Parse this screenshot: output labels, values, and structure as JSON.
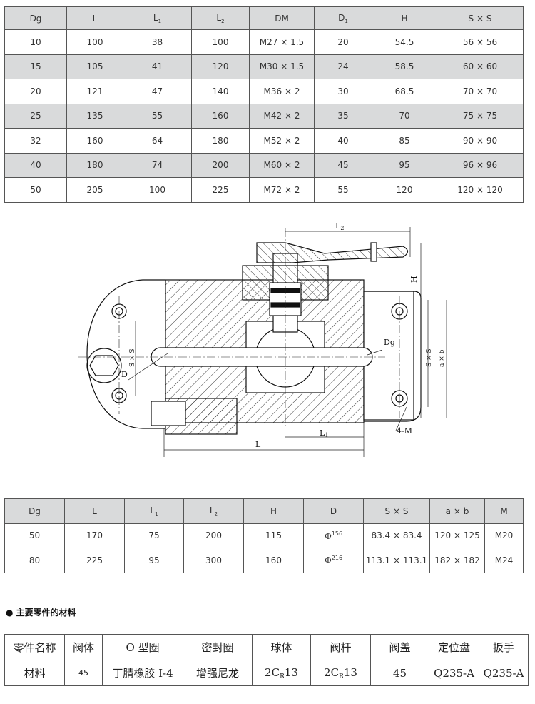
{
  "table1": {
    "headers": [
      "Dg",
      "L",
      "L",
      "1",
      "L",
      "2",
      "DM",
      "D",
      "1",
      "H",
      "S × S"
    ],
    "rows": [
      [
        "10",
        "100",
        "38",
        "100",
        "M27 × 1.5",
        "20",
        "54.5",
        "56 × 56"
      ],
      [
        "15",
        "105",
        "41",
        "120",
        "M30 × 1.5",
        "24",
        "58.5",
        "60 × 60"
      ],
      [
        "20",
        "121",
        "47",
        "140",
        "M36 × 2",
        "30",
        "68.5",
        "70 × 70"
      ],
      [
        "25",
        "135",
        "55",
        "160",
        "M42 × 2",
        "35",
        "70",
        "75 × 75"
      ],
      [
        "32",
        "160",
        "64",
        "180",
        "M52 × 2",
        "40",
        "85",
        "90 × 90"
      ],
      [
        "40",
        "180",
        "74",
        "200",
        "M60 × 2",
        "45",
        "95",
        "96 × 96"
      ],
      [
        "50",
        "205",
        "100",
        "225",
        "M72 × 2",
        "55",
        "120",
        "120 × 120"
      ]
    ]
  },
  "drawing_labels": {
    "L2": "L",
    "L2_sub": "2",
    "H": "H",
    "Dg": "Dg",
    "SxS": "S × S",
    "axb": "a × b",
    "D": "D",
    "L1": "L",
    "L1_sub": "1",
    "L": "L",
    "fourM": "4-M"
  },
  "table2": {
    "headers": [
      "Dg",
      "L",
      "L",
      "1",
      "L",
      "2",
      "H",
      "D",
      "S × S",
      "a × b",
      "M"
    ],
    "rows": [
      {
        "dg": "50",
        "l": "170",
        "l1": "75",
        "l2": "200",
        "h": "115",
        "phi": "Φ",
        "d": "156",
        "ss": "83.4 × 83.4",
        "ab": "120 × 125",
        "m": "M20"
      },
      {
        "dg": "80",
        "l": "225",
        "l1": "95",
        "l2": "300",
        "h": "160",
        "phi": "Φ",
        "d": "216",
        "ss": "113.1 × 113.1",
        "ab": "182 × 182",
        "m": "M24"
      }
    ]
  },
  "materials": {
    "heading": "主要零件的材料",
    "bullet": "●",
    "header": [
      "零件名称",
      "阀体",
      "O 型圈",
      "密封圈",
      "球体",
      "阀杆",
      "阀盖",
      "定位盘",
      "扳手"
    ],
    "row_label": "材料",
    "values": [
      "45",
      "丁腈橡胶 I-4",
      "增强尼龙",
      "2C",
      "R",
      "13",
      "2C",
      "R",
      "13",
      "45",
      "Q235-A",
      "Q235-A"
    ]
  }
}
